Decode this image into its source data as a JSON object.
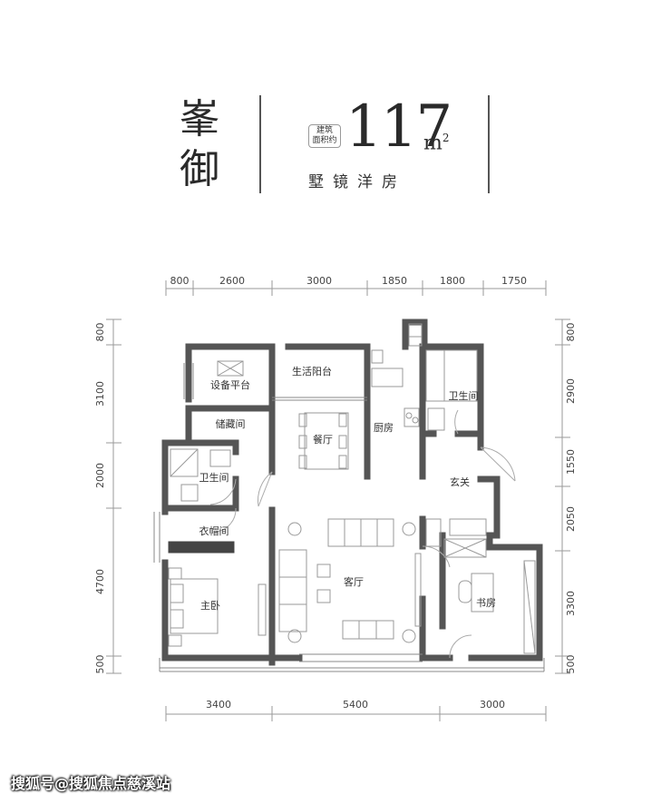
{
  "brand": {
    "char1": "峯",
    "char2": "御"
  },
  "area": {
    "tag_line1": "建筑",
    "tag_line2": "面积约",
    "number": "117",
    "unit": "m",
    "unit_sup": "2"
  },
  "subtitle": "墅镜洋房",
  "dimensions": {
    "top": [
      "800",
      "2600",
      "3000",
      "1850",
      "1800",
      "1750"
    ],
    "bottom": [
      "3400",
      "5400",
      "3000"
    ],
    "left": [
      "800",
      "3100",
      "2000",
      "4700",
      "500"
    ],
    "right": [
      "800",
      "2900",
      "1550",
      "2050",
      "3300",
      "500"
    ]
  },
  "rooms": {
    "equipment_platform": "设备平台",
    "living_balcony": "生活阳台",
    "storage": "储藏间",
    "dining": "餐厅",
    "kitchen": "厨房",
    "bathroom_left": "卫生间",
    "bathroom_right": "卫生间",
    "foyer": "玄关",
    "cloakroom": "衣帽间",
    "living": "客厅",
    "master_bedroom": "主卧",
    "study": "书房"
  },
  "watermark": "搜狐号@搜狐焦点慈溪站"
}
